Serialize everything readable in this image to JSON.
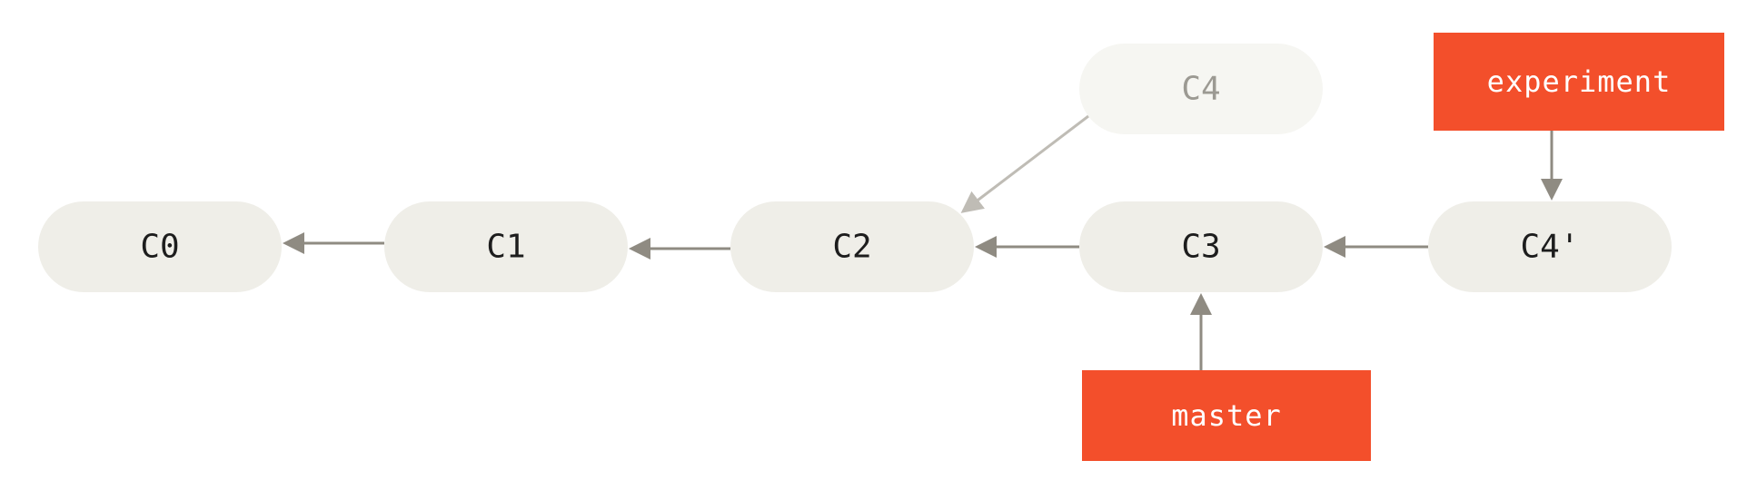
{
  "commits": [
    {
      "id": "c0",
      "label": "C0"
    },
    {
      "id": "c1",
      "label": "C1"
    },
    {
      "id": "c2",
      "label": "C2"
    },
    {
      "id": "c3",
      "label": "C3"
    },
    {
      "id": "c4-prime",
      "label": "C4'"
    },
    {
      "id": "c4-original",
      "label": "C4"
    }
  ],
  "branches": [
    {
      "id": "experiment",
      "label": "experiment"
    },
    {
      "id": "master",
      "label": "master"
    }
  ],
  "colors": {
    "commit_fill": "#efeee8",
    "ghost_commit_fill": "#f6f6f2",
    "commit_text": "#1d1d1d",
    "ghost_commit_text": "#9c9a93",
    "arrow": "#8f8b82",
    "ghost_arrow": "#bfbcb5",
    "branch_fill": "#f34f2b",
    "branch_text": "#ffffff"
  }
}
